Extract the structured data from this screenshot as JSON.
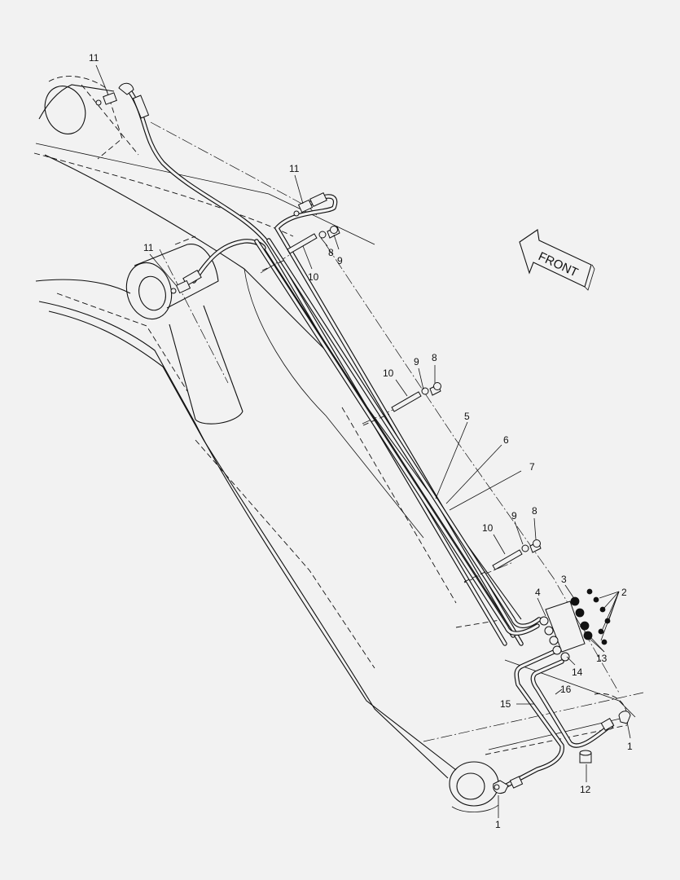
{
  "callouts": {
    "c1a": "1",
    "c1b": "1",
    "c2": "2",
    "c3": "3",
    "c4": "4",
    "c5": "5",
    "c6": "6",
    "c7": "7",
    "c8a": "8",
    "c8b": "8",
    "c8c": "8",
    "c9a": "9",
    "c9b": "9",
    "c9c": "9",
    "c10a": "10",
    "c10b": "10",
    "c10c": "10",
    "c11a": "11",
    "c11b": "11",
    "c11c": "11",
    "c12": "12",
    "c13": "13",
    "c14": "14",
    "c15": "15",
    "c16": "16"
  },
  "direction_arrow": {
    "label": "FRONT"
  },
  "colors": {
    "background": "#f2f2f2",
    "ink": "#111111"
  }
}
